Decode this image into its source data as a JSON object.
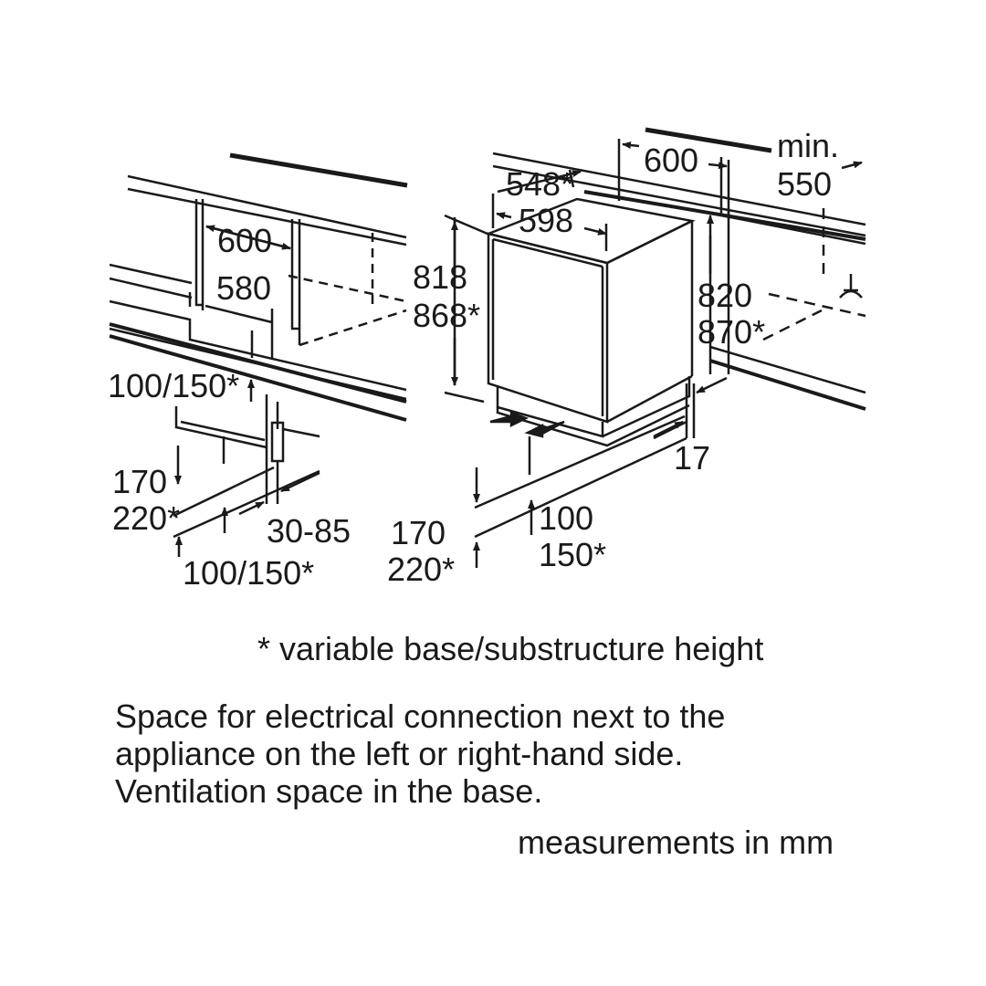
{
  "diagram": {
    "left_view": {
      "width_top": "600",
      "width_inner": "580",
      "toe_height": "100/150*",
      "base_height_line1": "170",
      "base_height_line2": "220*",
      "plinth_depth": "30-85",
      "bottom_height": "100/150*"
    },
    "right_view": {
      "niche_width": "600",
      "top_depth": "548*",
      "unit_width": "598",
      "unit_height_line1": "818",
      "unit_height_line2": "868*",
      "min_label": "min.",
      "min_value": "550",
      "niche_height_line1": "820",
      "niche_height_line2": "870*",
      "front_gap": "17",
      "base_height_line1": "170",
      "base_height_line2": "220*",
      "vent_height_line1": "100",
      "vent_height_line2": "150*"
    }
  },
  "notes": {
    "footnote": "* variable base/substructure height",
    "space_line1": "Space for electrical connection next to the",
    "space_line2": "appliance on the left or right-hand side.",
    "space_line3": "Ventilation space in the base.",
    "units": "measurements in mm"
  }
}
